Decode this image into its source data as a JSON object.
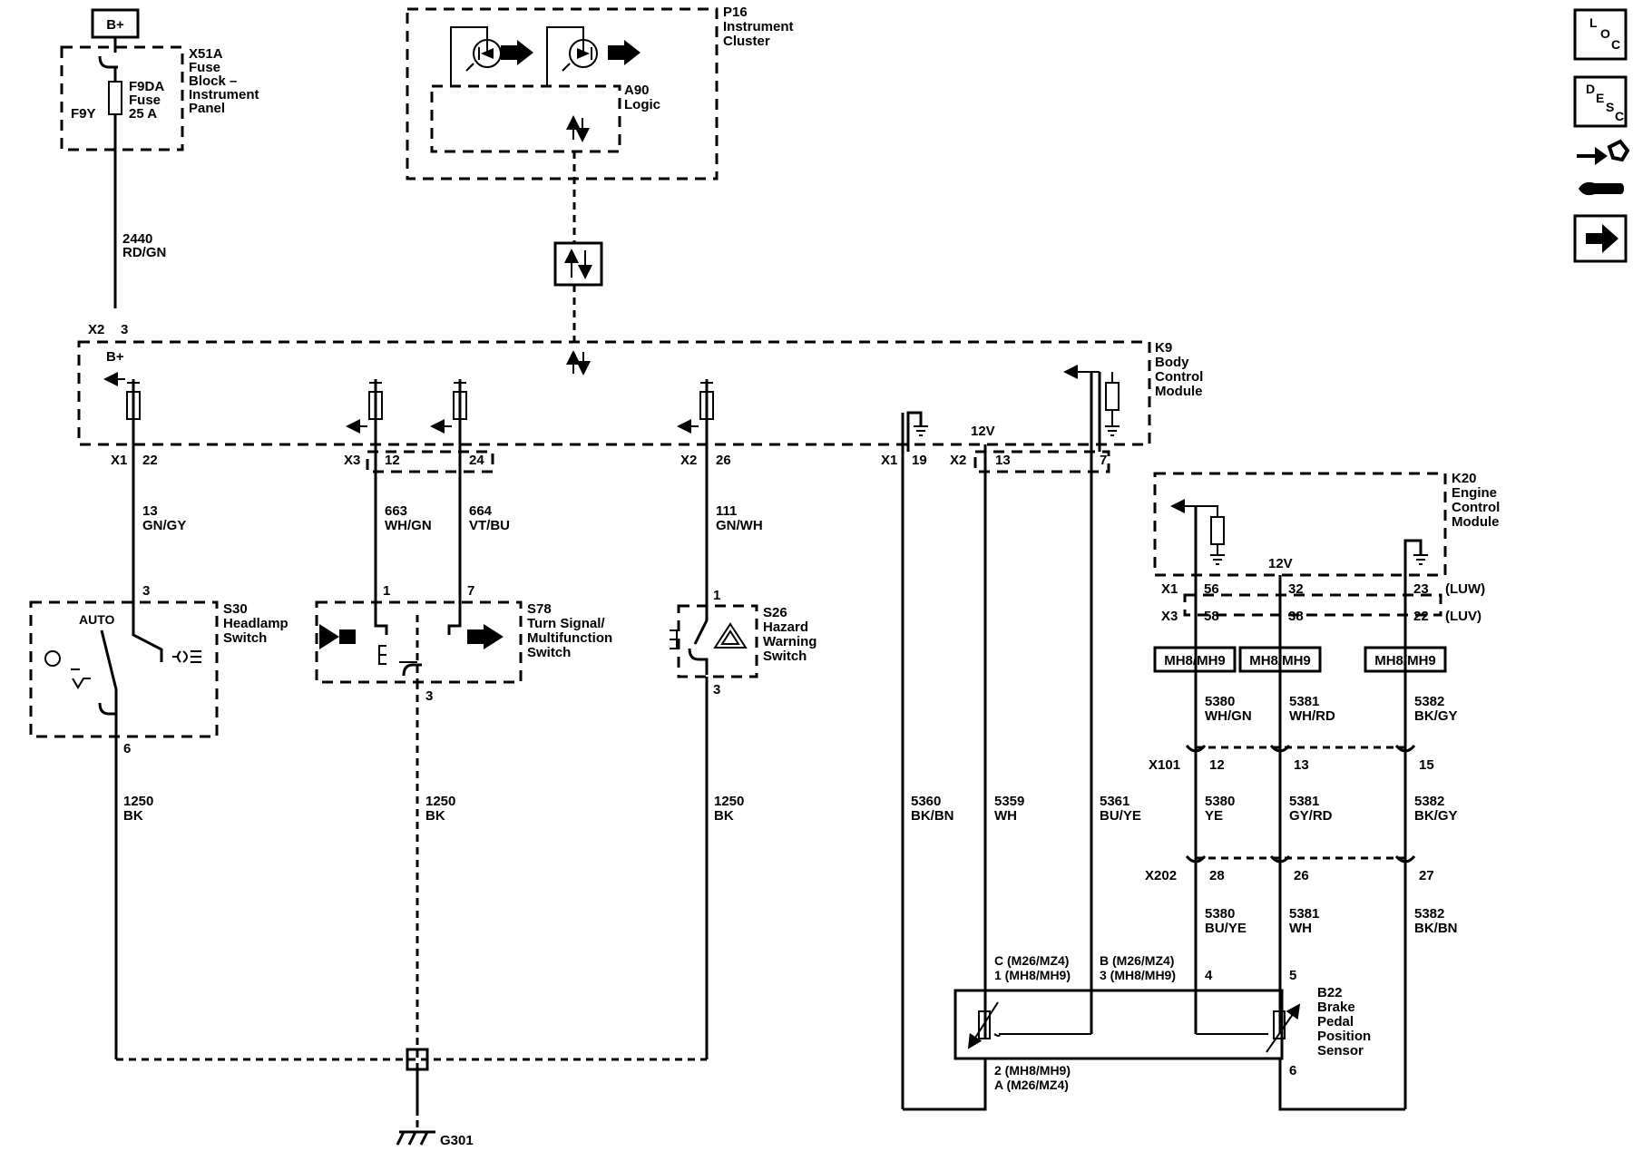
{
  "battery": {
    "label": "B+"
  },
  "fuse_block": {
    "name": "X51A",
    "desc": [
      "Fuse",
      "Block –",
      "Instrument",
      "Panel"
    ],
    "fuse_id": "F9DA",
    "fuse_word": "Fuse",
    "fuse_rating": "25 A",
    "fuse_ref": "F9Y"
  },
  "instrument_cluster": {
    "name": "P16",
    "desc": [
      "Instrument",
      "Cluster"
    ],
    "logic_name": "A90",
    "logic_word": "Logic"
  },
  "bcm": {
    "name": "K9",
    "desc": [
      "Body",
      "Control",
      "Module"
    ],
    "power_connector": "X2",
    "power_pin": "3",
    "power_label": "B+",
    "voltage_label": "12V"
  },
  "bcm_pins": [
    {
      "connector": "X1",
      "pin": "22"
    },
    {
      "connector": "X3",
      "pin": "12"
    },
    {
      "connector": "",
      "pin": "24"
    },
    {
      "connector": "X2",
      "pin": "26"
    },
    {
      "connector": "X1",
      "pin": "19"
    },
    {
      "connector": "X2",
      "pin": "13"
    },
    {
      "connector": "",
      "pin": "7"
    }
  ],
  "wires": {
    "w2440": {
      "circuit": "2440",
      "color": "RD/GN"
    },
    "w13": {
      "circuit": "13",
      "color": "GN/GY"
    },
    "w663": {
      "circuit": "663",
      "color": "WH/GN"
    },
    "w664": {
      "circuit": "664",
      "color": "VT/BU"
    },
    "w111": {
      "circuit": "111",
      "color": "GN/WH"
    },
    "g1": {
      "circuit": "1250",
      "color": "BK"
    },
    "g2": {
      "circuit": "1250",
      "color": "BK"
    },
    "g3": {
      "circuit": "1250",
      "color": "BK"
    },
    "w5360": {
      "circuit": "5360",
      "color": "BK/BN"
    },
    "w5359": {
      "circuit": "5359",
      "color": "WH"
    },
    "w5361": {
      "circuit": "5361",
      "color": "BU/YE"
    },
    "e1": {
      "circuit": "5380",
      "color": "WH/GN"
    },
    "e2": {
      "circuit": "5381",
      "color": "WH/RD"
    },
    "e3": {
      "circuit": "5382",
      "color": "BK/GY"
    },
    "m1": {
      "circuit": "5380",
      "color": "YE"
    },
    "m2": {
      "circuit": "5381",
      "color": "GY/RD"
    },
    "m3": {
      "circuit": "5382",
      "color": "BK/GY"
    },
    "s1": {
      "circuit": "5380",
      "color": "BU/YE"
    },
    "s2": {
      "circuit": "5381",
      "color": "WH"
    },
    "s3": {
      "circuit": "5382",
      "color": "BK/BN"
    }
  },
  "headlamp_switch": {
    "name": "S30",
    "desc": [
      "Headlamp",
      "Switch"
    ],
    "pin_top": "3",
    "pin_bottom": "6",
    "auto_label": "AUTO"
  },
  "turn_switch": {
    "name": "S78",
    "desc": [
      "Turn Signal/",
      "Multifunction",
      "Switch"
    ],
    "pin_left": "1",
    "pin_right": "7",
    "pin_bottom": "3"
  },
  "hazard_switch": {
    "name": "S26",
    "desc": [
      "Hazard",
      "Warning",
      "Switch"
    ],
    "pin_top": "1",
    "pin_bottom": "3"
  },
  "ground": {
    "name": "G301"
  },
  "ecm": {
    "name": "K20",
    "desc": [
      "Engine",
      "Control",
      "Module"
    ],
    "voltage_label": "12V",
    "x1_label": "X1",
    "x3_label": "X3",
    "x1_pins": [
      "56",
      "32",
      "23"
    ],
    "x3_pins": [
      "58",
      "38",
      "22"
    ],
    "x1_tag": "(LUW)",
    "x3_tag": "(LUV)",
    "option_boxes": [
      "MH8/MH9",
      "MH8/MH9",
      "MH8/MH9"
    ]
  },
  "connector_x101": {
    "name": "X101",
    "pins": [
      "12",
      "13",
      "15"
    ]
  },
  "connector_x202": {
    "name": "X202",
    "pins": [
      "28",
      "26",
      "27"
    ]
  },
  "brake_sensor": {
    "name": "B22",
    "desc": [
      "Brake",
      "Pedal",
      "Position",
      "Sensor"
    ],
    "pin_c": [
      "C (M26/MZ4)",
      "1 (MH8/MH9)"
    ],
    "pin_b": [
      "B (M26/MZ4)",
      "3 (MH8/MH9)"
    ],
    "pin_4": "4",
    "pin_5": "5",
    "pin_6": "6",
    "pin_a": [
      "2 (MH8/MH9)",
      "A (M26/MZ4)"
    ]
  },
  "side_buttons": {
    "loc": [
      "L",
      "O",
      "C"
    ],
    "desc": [
      "D",
      "E",
      "S",
      "C"
    ]
  }
}
